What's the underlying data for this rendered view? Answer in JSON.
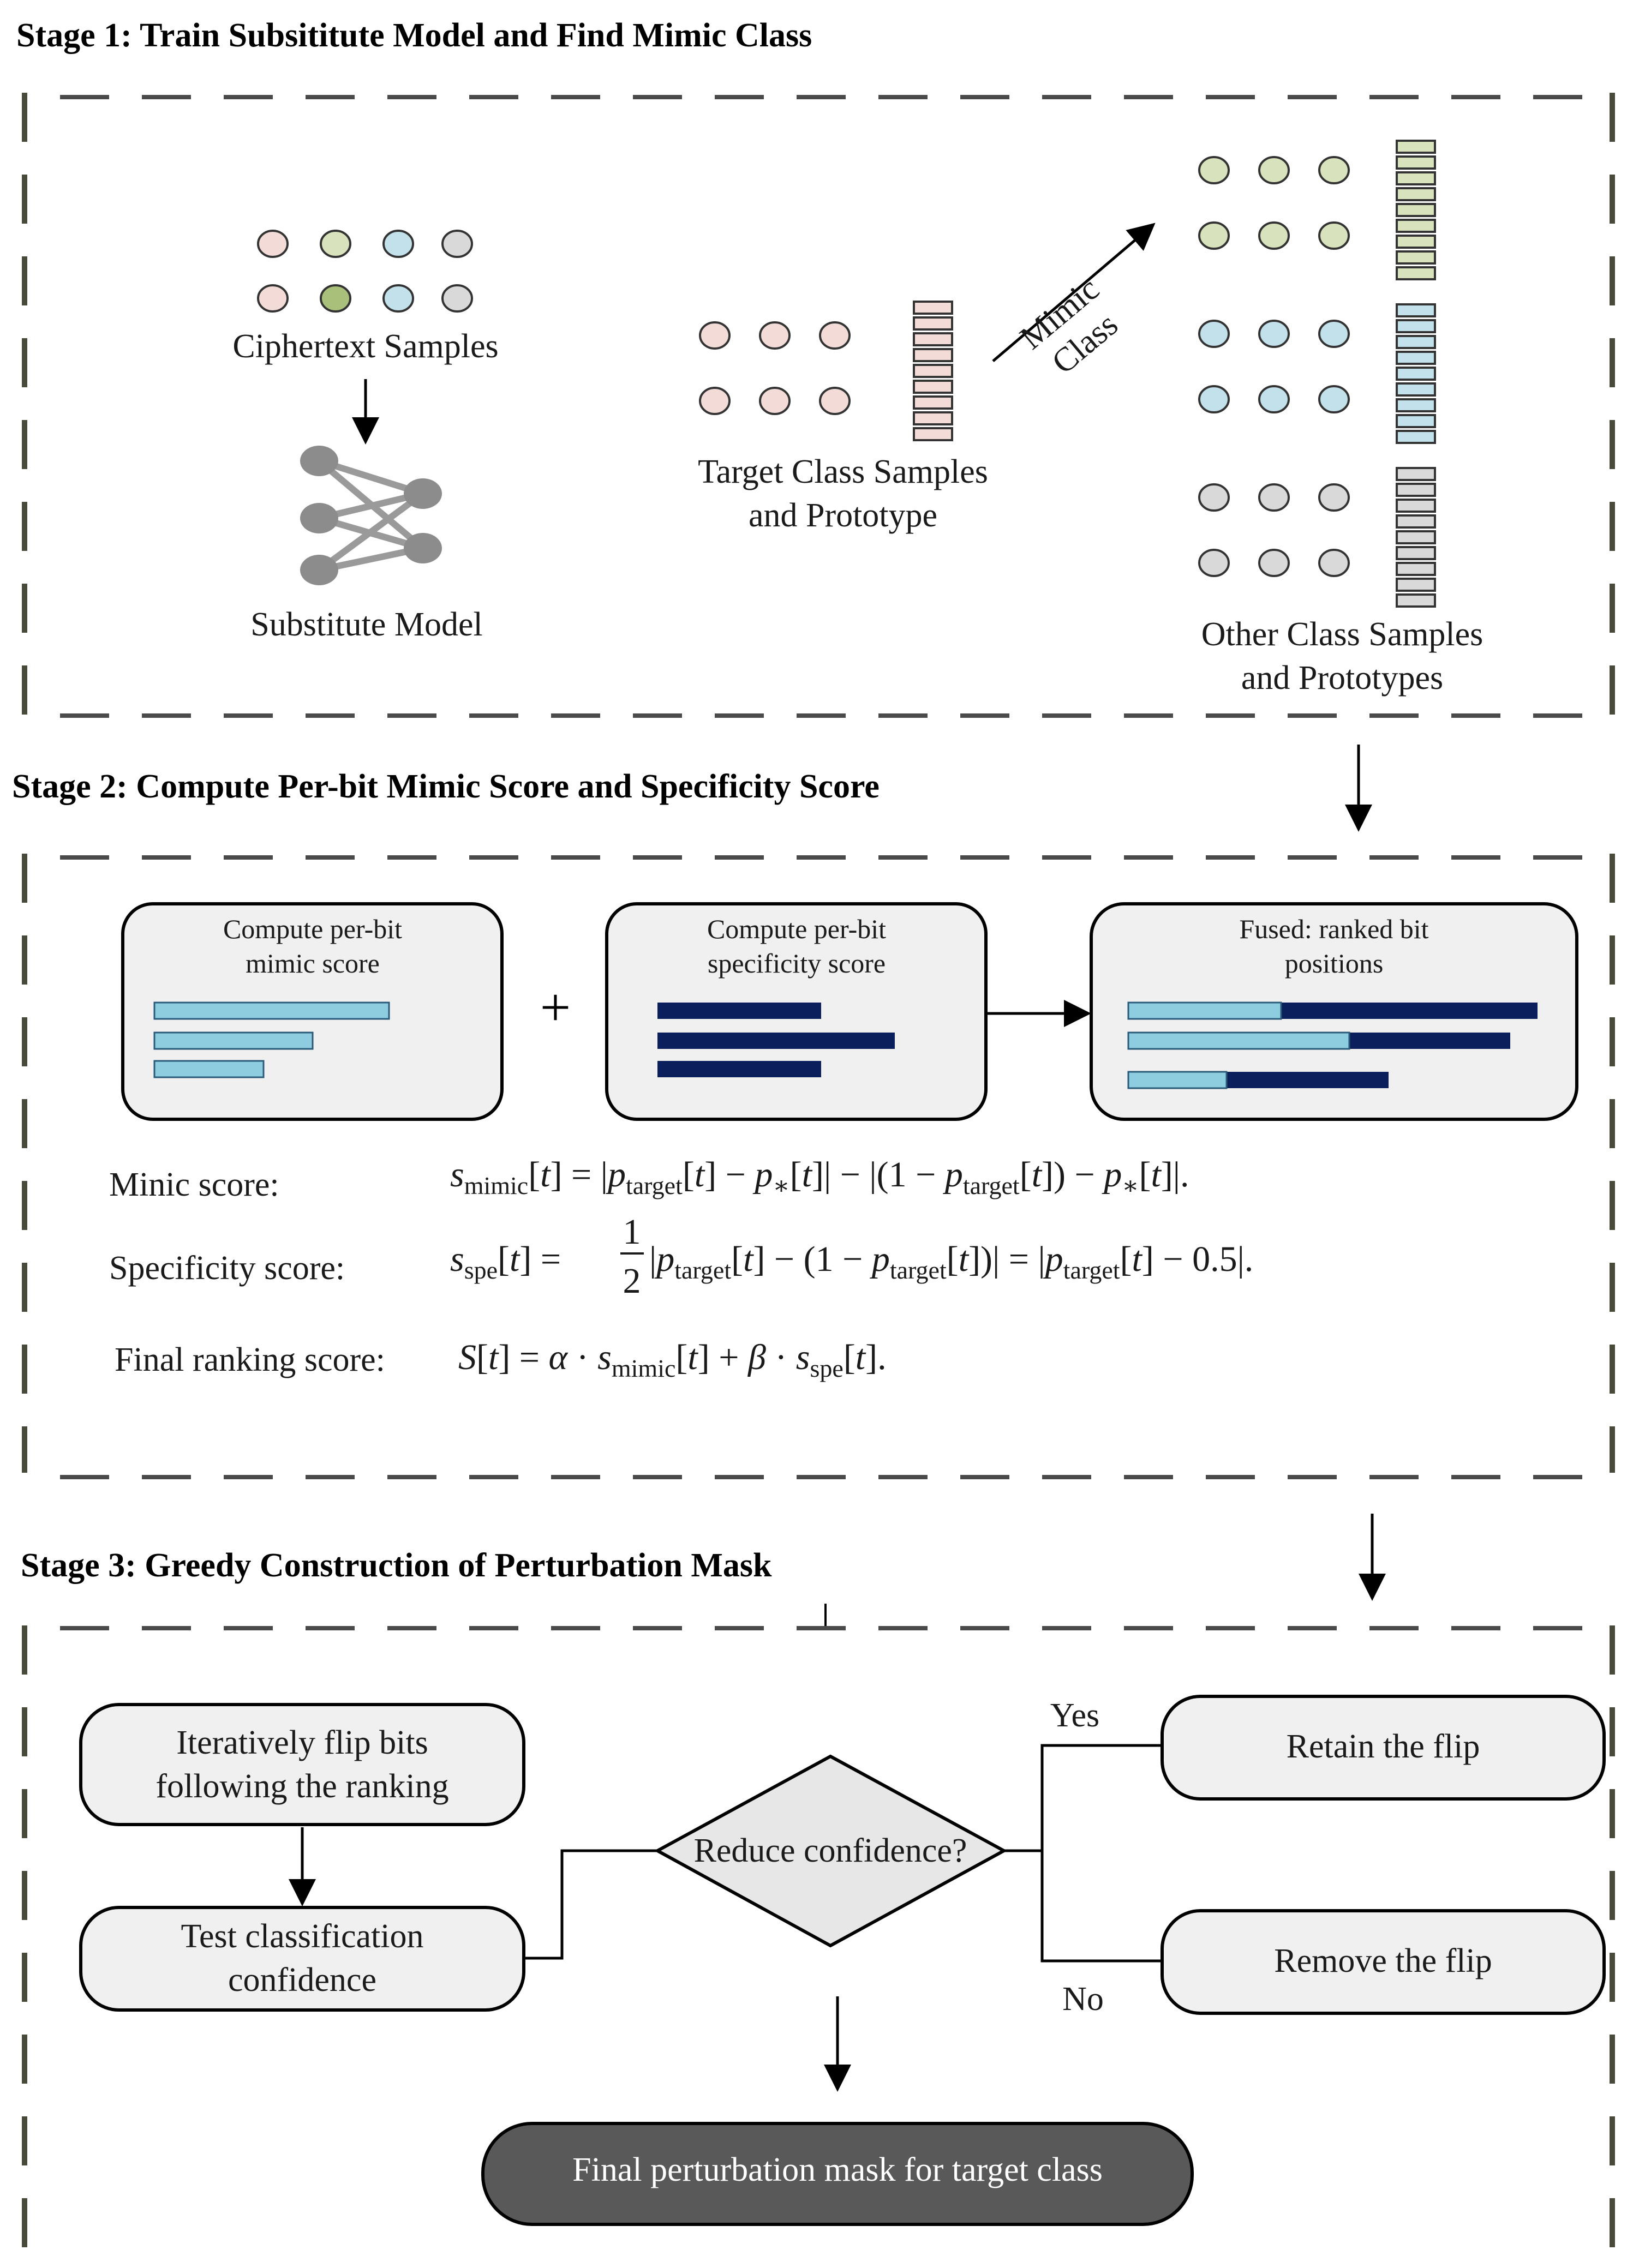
{
  "stage1": {
    "title": "Stage 1:   Train Subsititute Model  and Find Mimic Class",
    "ciphertext_label": "Ciphertext Samples",
    "substitute_label": "Substitute Model",
    "target_label_line1": "Target Class Samples",
    "target_label_line2": "and Prototype",
    "mimic_label_line1": "Mimic",
    "mimic_label_line2": "Class",
    "other_label_line1": "Other Class Samples",
    "other_label_line2": "and Prototypes"
  },
  "stage2": {
    "title": "Stage 2: Compute Per-bit Mimic Score and Specificity Score",
    "box_mimic_line1": "Compute per-bit",
    "box_mimic_line2": "mimic score",
    "plus": "+",
    "box_spec_line1": "Compute per-bit",
    "box_spec_line2": "specificity score",
    "box_fused_line1": "Fused: ranked bit",
    "box_fused_line2": "positions",
    "mimic_score_label": "Minic score:",
    "specificity_score_label": "Specificity score:",
    "final_score_label": "Final ranking score:"
  },
  "stage3": {
    "title": "Stage 3: Greedy Construction of Perturbation Mask",
    "flip_line1": "Iteratively flip bits",
    "flip_line2": "following the ranking",
    "test_line1": "Test classification",
    "test_line2": "confidence",
    "decision": "Reduce confidence?",
    "yes": "Yes",
    "no": "No",
    "retain": "Retain the flip",
    "remove": "Remove the flip",
    "final": "Final perturbation mask for target class"
  },
  "colors": {
    "pink": "#f3dcd8",
    "green": "#d8e3bd",
    "blue": "#c3e1ea",
    "gray": "#d9d9d9",
    "light_bar": "#8ecde0",
    "dark_bar": "#0b1f5c",
    "box_fill": "#f0f0f0",
    "final_fill": "#595959"
  }
}
